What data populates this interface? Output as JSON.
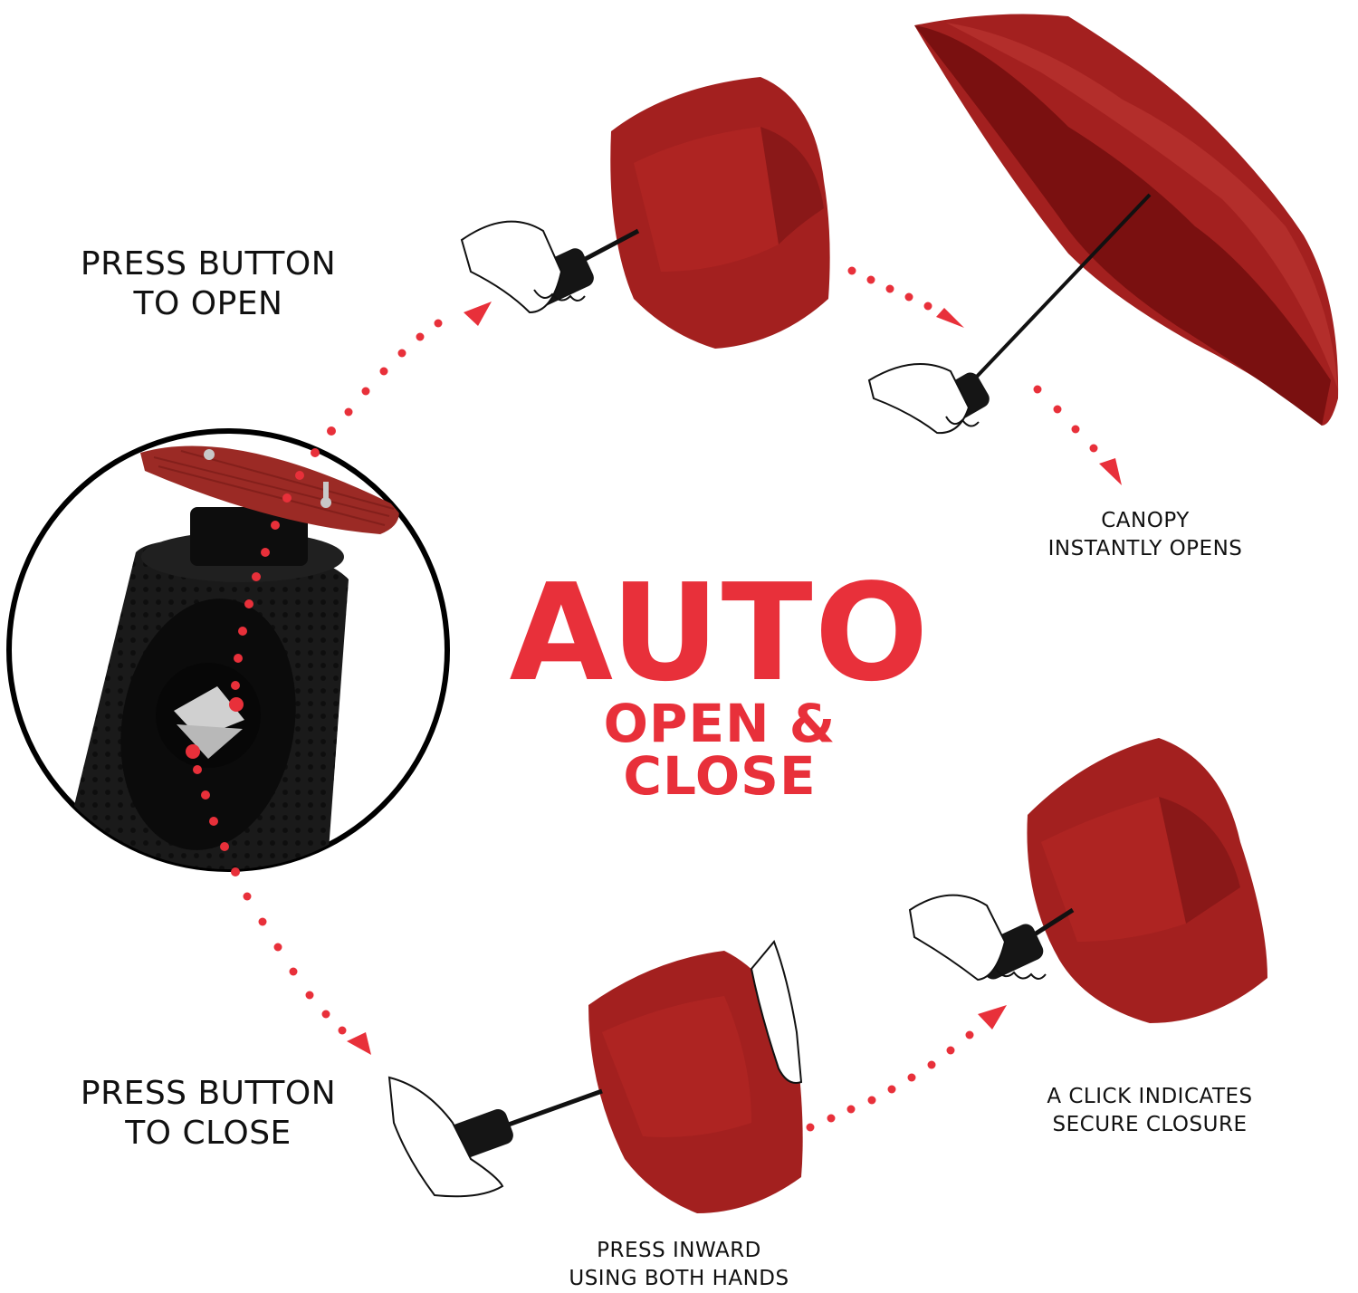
{
  "colors": {
    "accent_red": "#e8303a",
    "umbrella_red": "#a3201f",
    "umbrella_dark": "#7a1010",
    "handle_black": "#141414",
    "text": "#111111"
  },
  "title": {
    "main": "AUTO",
    "sub": "OPEN & CLOSE"
  },
  "steps": {
    "press_open": {
      "line1": "PRESS BUTTON",
      "line2": "TO OPEN"
    },
    "canopy_opens": {
      "line1": "CANOPY",
      "line2": "INSTANTLY OPENS"
    },
    "press_close": {
      "line1": "PRESS BUTTON",
      "line2": "TO CLOSE"
    },
    "press_inward": {
      "line1": "PRESS INWARD",
      "line2": "USING BOTH HANDS"
    },
    "click_closure": {
      "line1": "A CLICK INDICATES",
      "line2": "SECURE CLOSURE"
    }
  },
  "icons": {
    "handle_closeup": "umbrella-handle-button-closeup",
    "arrow": "dotted-arrow"
  }
}
